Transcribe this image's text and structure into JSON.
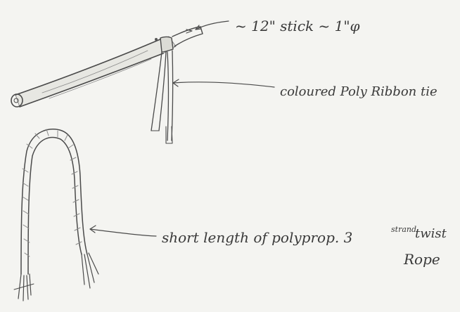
{
  "labels": {
    "stick": "~ 12\" stick ~ 1\"φ",
    "ribbon": "coloured Poly Ribbon tie",
    "rope_line1": "short length of polyprop. 3",
    "rope_sup": "strand",
    "rope_twist": "twist",
    "rope_line2": "Rope"
  },
  "colors": {
    "paper": "#f4f4f1",
    "ink": "#3a3a3a",
    "pencil": "#8a8a8a"
  }
}
